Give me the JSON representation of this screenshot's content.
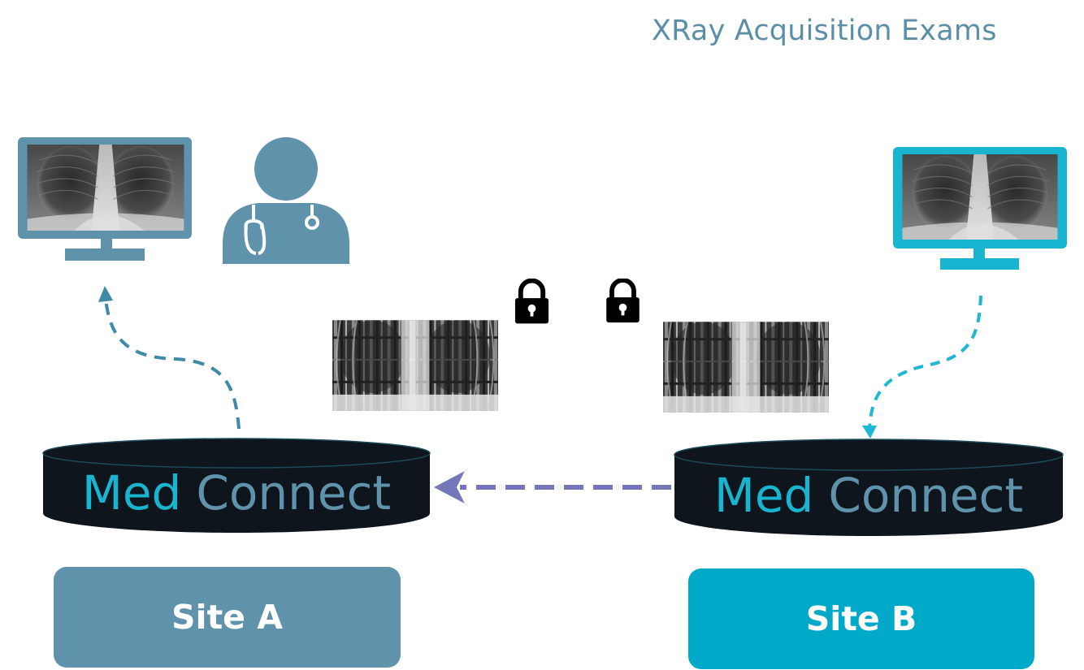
{
  "title": "XRay Acquisition Exams",
  "sites": {
    "a": {
      "label": "Site A",
      "color": "#5f92ab"
    },
    "b": {
      "label": "Site B",
      "color": "#00a9c7"
    }
  },
  "databases": {
    "a": {
      "word1": "Med",
      "word2": "Connect"
    },
    "b": {
      "word1": "Med",
      "word2": "Connect"
    }
  },
  "colors": {
    "title": "#5b8fa8",
    "db_body": "#0e151c",
    "transfer_arrow": "#7478b8",
    "arrow_a": "#3f8aa6",
    "arrow_b": "#1fb7d1",
    "monitor_a": "#5f92ab",
    "monitor_b": "#19b4cf",
    "doctor": "#5f92ab"
  },
  "icons": [
    "monitor-icon",
    "doctor-icon",
    "lock-icon",
    "xray-image",
    "database-icon"
  ]
}
